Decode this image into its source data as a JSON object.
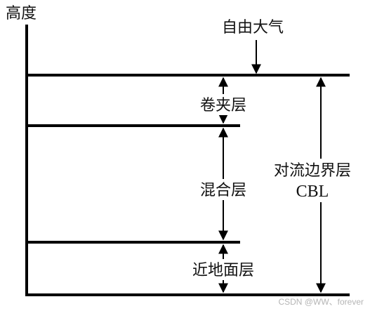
{
  "diagram": {
    "y_axis_label": "高度",
    "free_atmosphere_label": "自由大气",
    "entrainment_layer_label": "卷夹层",
    "mixed_layer_label": "混合层",
    "surface_layer_label": "近地面层",
    "cbl_label": "对流边界层",
    "cbl_abbrev": "CBL"
  },
  "watermark": "CSDN @WW、forever",
  "colors": {
    "line": "#000000",
    "text": "#111111",
    "watermark": "#b5b5b5"
  }
}
